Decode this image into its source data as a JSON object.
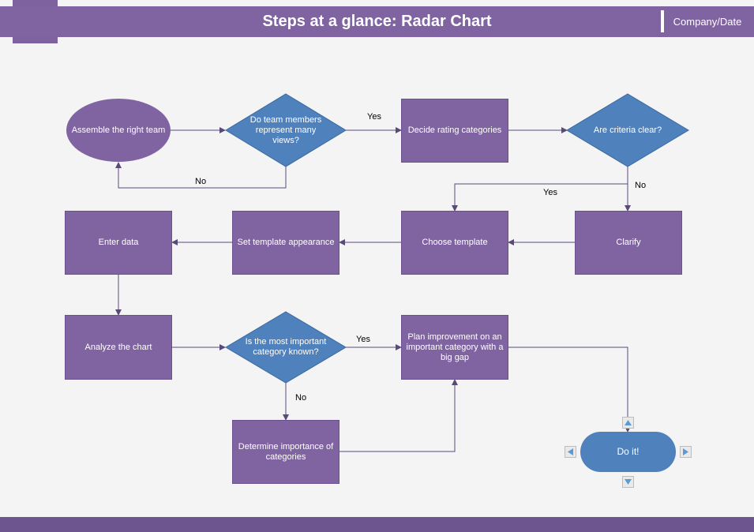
{
  "header": {
    "title": "Steps at a glance: Radar Chart",
    "company_date": "Company/Date"
  },
  "colors": {
    "purple": "#8064a2",
    "blue": "#4f81bd",
    "line": "#5a4a7a"
  },
  "nodes": {
    "assemble_team": "Assemble the right team",
    "team_views": "Do team members represent many views?",
    "decide_categories": "Decide rating categories",
    "criteria_clear": "Are criteria clear?",
    "clarify": "Clarify",
    "choose_template": "Choose template",
    "set_appearance": "Set template appearance",
    "enter_data": "Enter data",
    "analyze_chart": "Analyze the chart",
    "category_known": "Is the most important category known?",
    "plan_improvement": "Plan improvement on an important category with a big gap",
    "determine_importance": "Determine importance of categories",
    "do_it": "Do it!"
  },
  "edge_labels": {
    "views_yes": "Yes",
    "views_no": "No",
    "criteria_no": "No",
    "criteria_yes": "Yes",
    "known_yes": "Yes",
    "known_no": "No"
  },
  "icons": {
    "nav_up": "triangle-up-icon",
    "nav_down": "triangle-down-icon",
    "nav_left": "triangle-left-icon",
    "nav_right": "triangle-right-icon"
  }
}
